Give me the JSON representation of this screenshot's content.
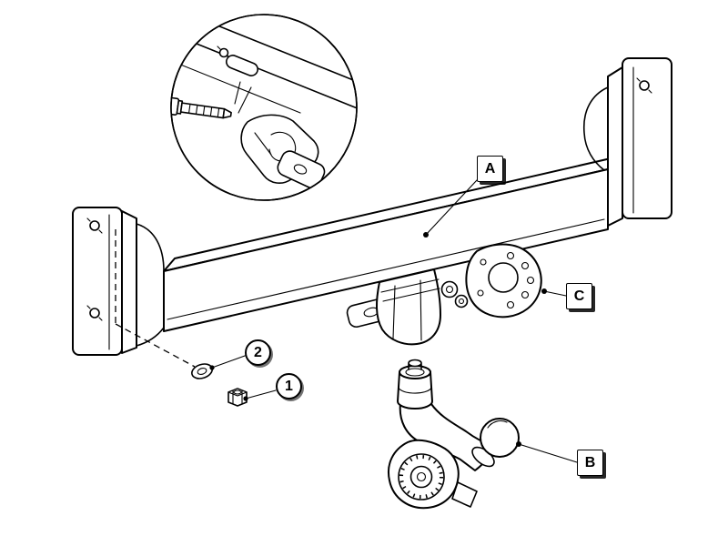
{
  "page": {
    "background": "#ffffff",
    "line_color": "#000000"
  },
  "callouts": {
    "beam": {
      "label": "A"
    },
    "flange": {
      "label": "C"
    },
    "towball": {
      "label": "B"
    },
    "washer": {
      "label": "2"
    },
    "nut": {
      "label": "1"
    }
  }
}
